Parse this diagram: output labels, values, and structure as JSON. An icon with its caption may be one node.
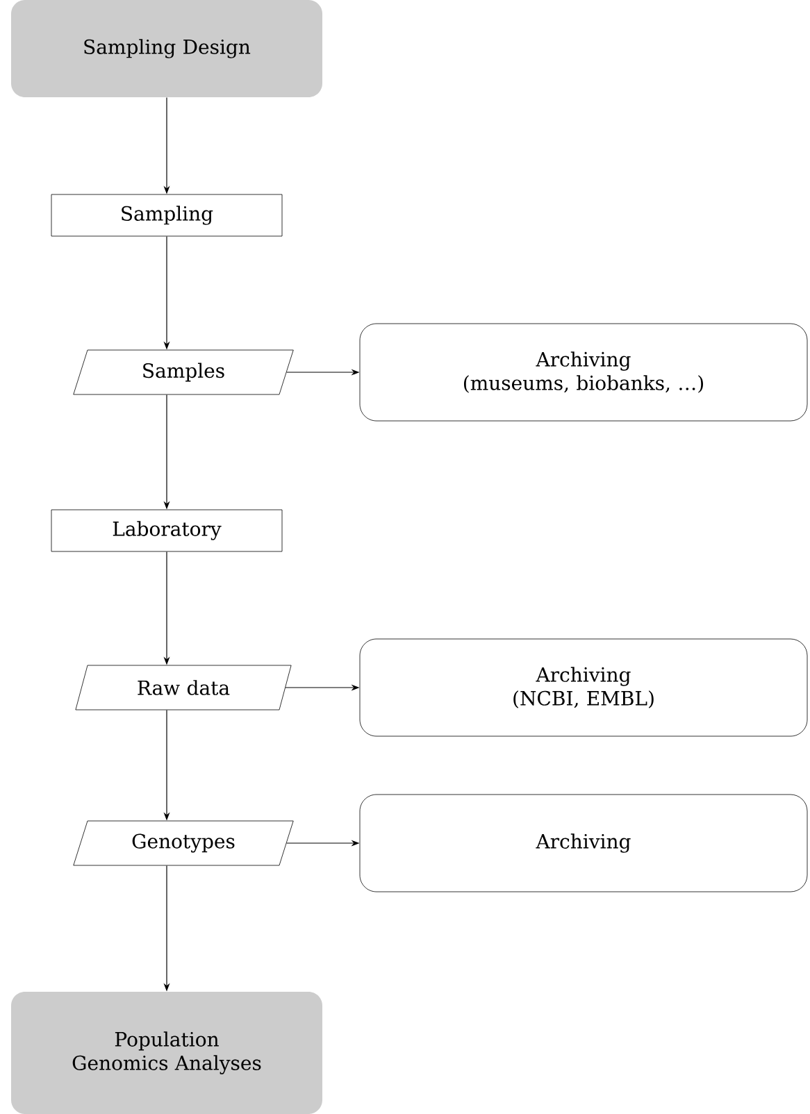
{
  "diagram": {
    "nodes": [
      {
        "text": [
          "Sampling Design"
        ]
      },
      {
        "text": [
          "Sampling"
        ]
      },
      {
        "text": [
          "Samples"
        ]
      },
      {
        "text": [
          "Archiving",
          "(museums, biobanks, …)"
        ]
      },
      {
        "text": [
          "Laboratory"
        ]
      },
      {
        "text": [
          "Raw data"
        ]
      },
      {
        "text": [
          "Archiving",
          "(NCBI, EMBL)"
        ]
      },
      {
        "text": [
          "Genotypes"
        ]
      },
      {
        "text": [
          "Archiving"
        ]
      },
      {
        "text": [
          "Population Genomics Analyses"
        ]
      }
    ],
    "edges": [
      {
        "from": 0,
        "to": 1,
        "arrow": "to"
      },
      {
        "from": 1,
        "to": 2,
        "arrow": "to"
      },
      {
        "from": 2,
        "to": 3,
        "arrow": "to"
      },
      {
        "from": 2,
        "to": 4,
        "arrow": "to"
      },
      {
        "from": 4,
        "to": 5,
        "arrow": "to"
      },
      {
        "from": 5,
        "to": 6,
        "arrow": "to"
      },
      {
        "from": 5,
        "to": 7,
        "arrow": "to"
      },
      {
        "from": 7,
        "to": 8,
        "arrow": "to"
      },
      {
        "from": 7,
        "to": 9,
        "arrow": "to"
      }
    ]
  }
}
